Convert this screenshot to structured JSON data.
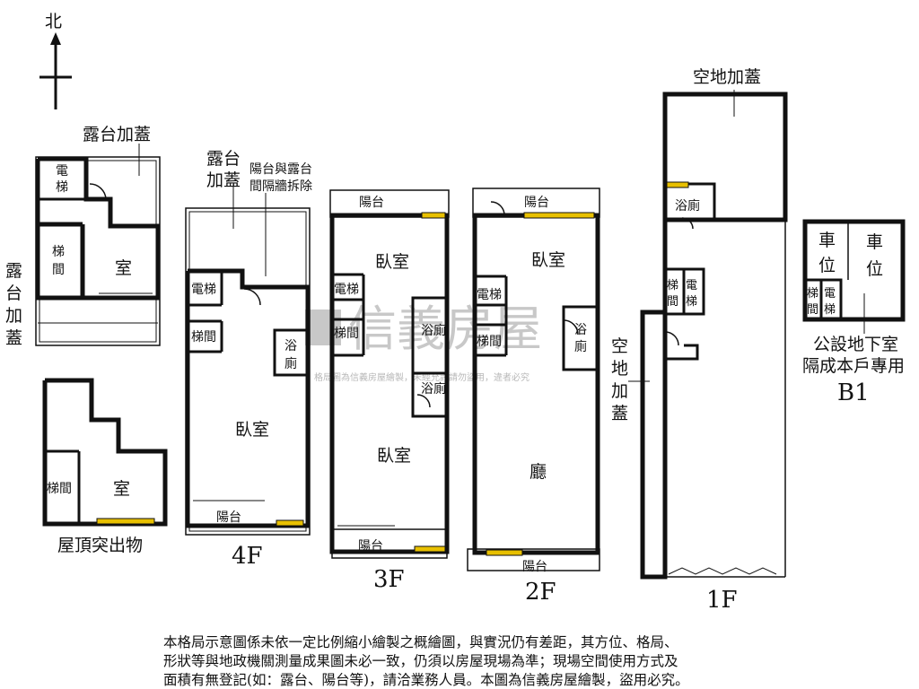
{
  "compass": {
    "north_label": "北"
  },
  "roof": {
    "floor_label": "屋頂突出物",
    "upper": {
      "terrace_annex": "露台加蓋",
      "terrace_annex_vertical": [
        "露",
        "台",
        "加",
        "蓋"
      ],
      "elevator": [
        "電",
        "梯"
      ],
      "stair": [
        "梯",
        "間"
      ],
      "room": "室"
    },
    "lower": {
      "stair": "梯間",
      "room": "室"
    }
  },
  "floor4": {
    "label": "4F",
    "terrace_annex": [
      "露台",
      "加蓋"
    ],
    "wall_note": [
      "陽台與露台",
      "間隔牆拆除"
    ],
    "elevator": "電梯",
    "stair": "梯間",
    "bath": [
      "浴",
      "廁"
    ],
    "bedroom": "臥室",
    "balcony": "陽台"
  },
  "floor3": {
    "label": "3F",
    "balcony_top": "陽台",
    "bedroom_top": "臥室",
    "elevator": "電梯",
    "stair": "梯間",
    "bath1": "浴廁",
    "bath2": "浴廁",
    "bedroom_bottom": "臥室",
    "balcony_bottom": "陽台"
  },
  "floor2": {
    "label": "2F",
    "balcony_top": "陽台",
    "bedroom": "臥室",
    "elevator": "電梯",
    "stair": "梯間",
    "bath": [
      "浴",
      "廁"
    ],
    "hall": "廳",
    "balcony_bottom": "陽台"
  },
  "floor1": {
    "label": "1F",
    "annex_top": "空地加蓋",
    "annex_side": [
      "空",
      "地",
      "加",
      "蓋"
    ],
    "bath": "浴廁",
    "stair": [
      "梯",
      "間"
    ],
    "elevator": [
      "電",
      "梯"
    ]
  },
  "basement": {
    "label": "B1",
    "parking1": [
      "車",
      "位"
    ],
    "parking2": [
      "車",
      "位"
    ],
    "stair": [
      "梯",
      "間"
    ],
    "elevator": [
      "電",
      "梯"
    ],
    "note": [
      "公設地下室",
      "隔成本戶專用"
    ]
  },
  "watermark": {
    "brand": "信義房屋",
    "notice": "格局圖為信義房屋繪製，未經允許請勿盜用，違者必究"
  },
  "disclaimer": [
    "本格局示意圖係未依一定比例縮小繪製之概繪圖，與實況仍有差距，其方位、格局、",
    "形狀等與地政機關測量成果圖未必一致，仍須以房屋現場為準；現場空間使用方式及",
    "面積有無登記(如：露台、陽台等)，請洽業務人員。本圖為信義房屋繪製，盜用必究。"
  ],
  "colors": {
    "wall": "#111111",
    "window": "#e8c000",
    "watermark": "#c8c8c8"
  }
}
